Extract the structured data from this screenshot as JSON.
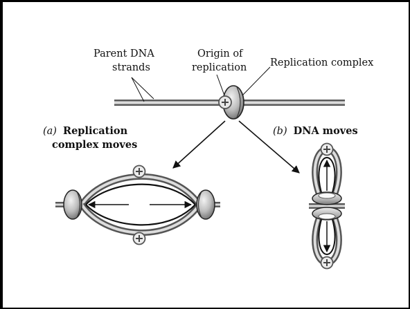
{
  "labels": {
    "parent_dna_line1": "Parent DNA",
    "parent_dna_line2": "strands",
    "origin_line1": "Origin of",
    "origin_line2": "replication",
    "replication_complex": "Replication complex",
    "panel_a_letter": "(a)",
    "panel_a_line1": "Replication",
    "panel_a_line2": "complex moves",
    "panel_b_letter": "(b)",
    "panel_b_title": "DNA moves"
  },
  "colors": {
    "strand_dark": "#555555",
    "strand_light": "#d6d6d6",
    "complex_fill": "#b9b9b9",
    "complex_light": "#ececec",
    "frame": "#000000"
  }
}
